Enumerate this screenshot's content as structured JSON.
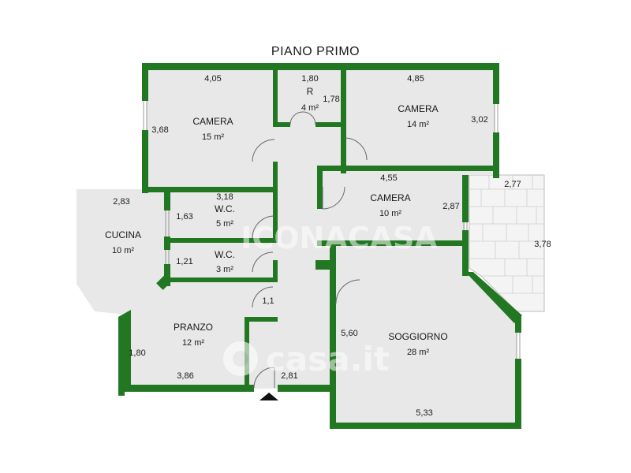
{
  "floor_title": "PIANO PRIMO",
  "colors": {
    "wall": "#227722",
    "floor": "#e8e8e8",
    "terrace": "#f4f4f4",
    "ink": "#1a1a1a"
  },
  "rooms": {
    "camera_nw": {
      "name": "CAMERA",
      "area": "15 m²"
    },
    "ripostiglio": {
      "name": "R",
      "area": "4 m²"
    },
    "camera_ne": {
      "name": "CAMERA",
      "area": "14 m²"
    },
    "camera_e": {
      "name": "CAMERA",
      "area": "10 m²"
    },
    "wc_upper": {
      "name": "W.C.",
      "area": "5 m²"
    },
    "wc_lower": {
      "name": "W.C.",
      "area": "3 m²"
    },
    "cucina": {
      "name": "CUCINA",
      "area": "10 m²"
    },
    "pranzo": {
      "name": "PRANZO",
      "area": "12 m²"
    },
    "soggiorno": {
      "name": "SOGGIORNO",
      "area": "28 m²"
    }
  },
  "dimensions": {
    "d_405": "4,05",
    "d_180_top": "1,80",
    "d_178": "1,78",
    "d_485": "4,85",
    "d_368": "3,68",
    "d_302": "3,02",
    "d_455": "4,55",
    "d_318": "3,18",
    "d_163": "1,63",
    "d_283": "2,83",
    "d_287": "2,87",
    "d_277": "2,77",
    "d_378": "3,78",
    "d_121": "1,21",
    "d_11": "1,1",
    "d_560": "5,60",
    "d_180_left": "1,80",
    "d_386": "3,86",
    "d_281": "2,81",
    "d_533": "5,33"
  },
  "watermarks": {
    "agency": "ICONACASA",
    "portal": "casa.it"
  },
  "icons": {
    "entrance": "entrance-arrow-icon",
    "casa_logo": "casa-logo-icon"
  }
}
